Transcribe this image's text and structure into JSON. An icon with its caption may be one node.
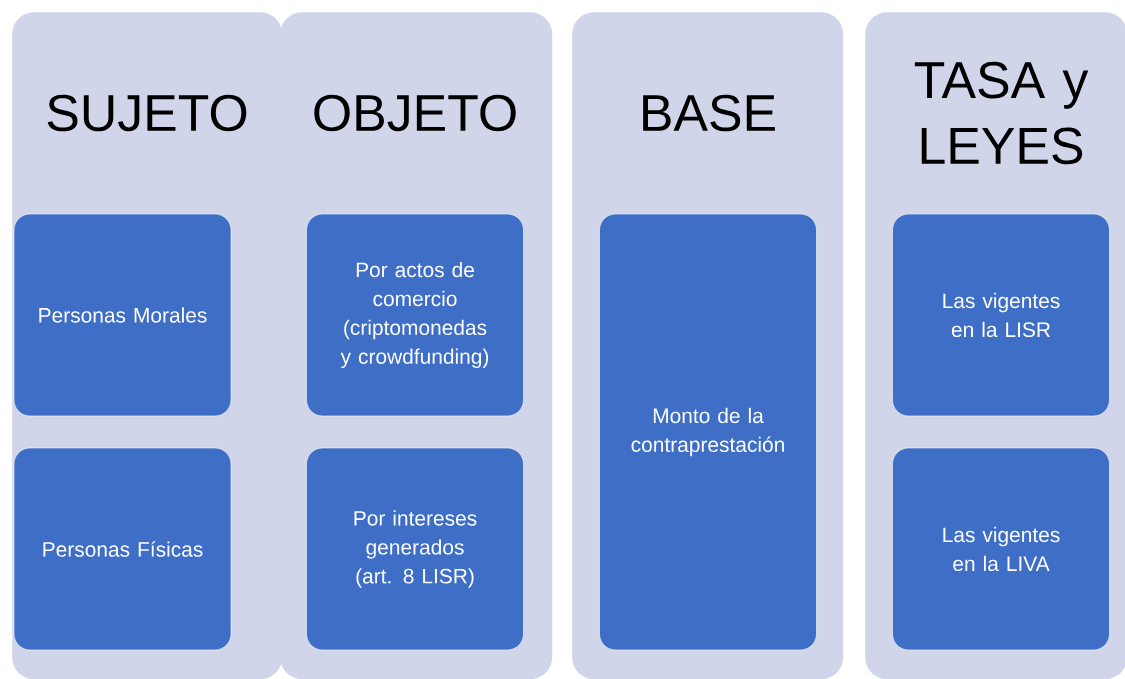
{
  "diagram": {
    "nodes": [
      {
        "text": [
          "SUJETO"
        ]
      },
      {
        "text": [
          "Personas Morales"
        ],
        "in": 0
      },
      {
        "text": [
          "Personas Físicas"
        ],
        "in": 0
      },
      {
        "text": [
          "OBJETO"
        ]
      },
      {
        "text": [
          "Por actos de comercio (criptomonedas y crowdfunding)"
        ],
        "in": 3
      },
      {
        "text": [
          "Por intereses generados (art. 8 LISR)"
        ],
        "in": 3
      },
      {
        "text": [
          "BASE"
        ]
      },
      {
        "text": [
          "Monto de la contraprestación"
        ],
        "in": 6
      },
      {
        "text": [
          "TASA y LEYES"
        ]
      },
      {
        "text": [
          "Las vigentes en la LISR"
        ],
        "in": 8
      },
      {
        "text": [
          "Las vigentes en la LIVA"
        ],
        "in": 8
      }
    ]
  }
}
